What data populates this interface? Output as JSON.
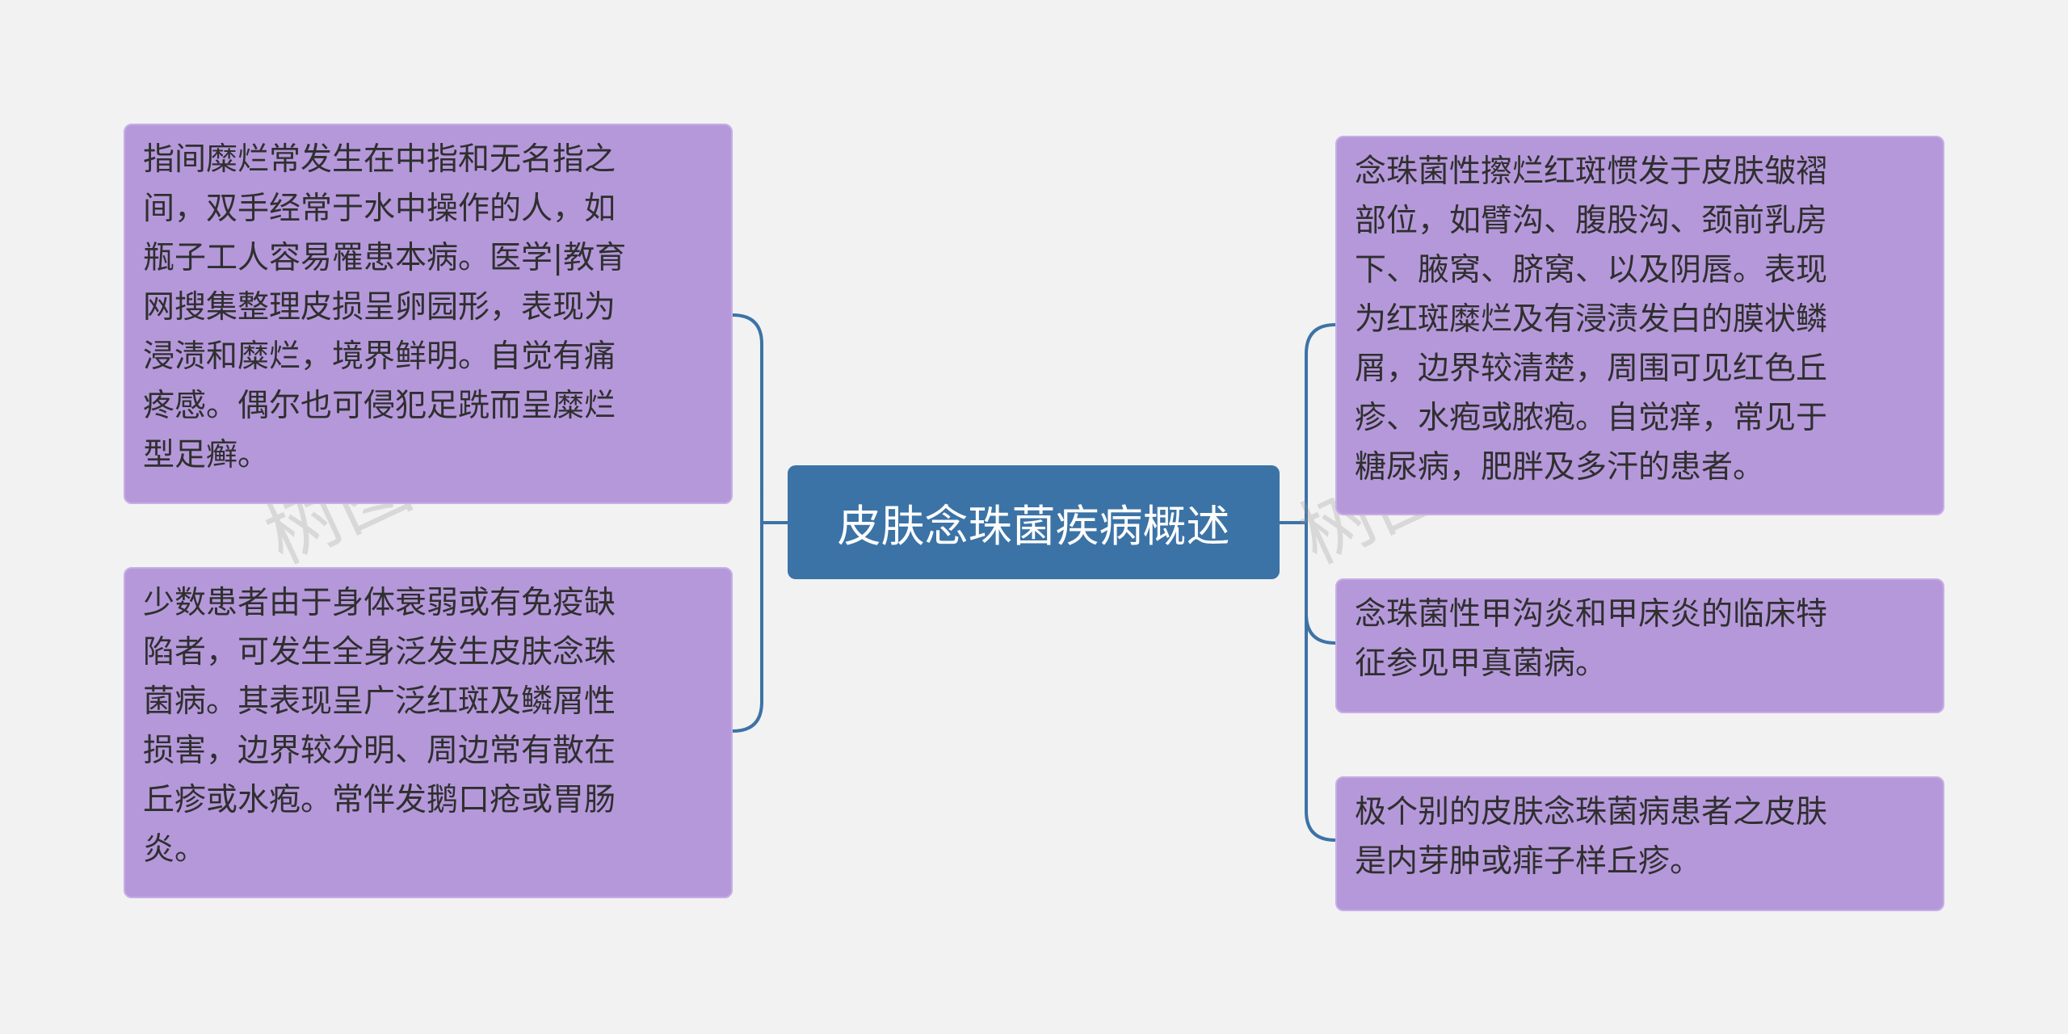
{
  "center": {
    "label": "皮肤念珠菌疾病概述"
  },
  "watermark": {
    "text": "树图 shutu.cn"
  },
  "nodes": {
    "left1": {
      "lines": [
        "指间糜烂常发生在中指和无名指之",
        "间，双手经常于水中操作的人，如",
        "瓶子工人容易罹患本病。医学|教育",
        "网搜集整理皮损呈卵园形，表现为",
        "浸渍和糜烂，境界鲜明。自觉有痛",
        "疼感。偶尔也可侵犯足跣而呈糜烂",
        "型足癣。"
      ]
    },
    "left2": {
      "lines": [
        "少数患者由于身体衰弱或有免疫缺",
        "陷者，可发生全身泛发生皮肤念珠",
        "菌病。其表现呈广泛红斑及鳞屑性",
        "损害，边界较分明、周边常有散在",
        "丘疹或水疱。常伴发鹅口疮或胃肠",
        "炎。"
      ]
    },
    "right1": {
      "lines": [
        "念珠菌性擦烂红斑惯发于皮肤皱褶",
        "部位，如臂沟、腹股沟、颈前乳房",
        "下、腋窝、脐窝、以及阴唇。表现",
        "为红斑糜烂及有浸渍发白的膜状鳞",
        "屑，边界较清楚，周围可见红色丘",
        "疹、水疱或脓疱。自觉痒，常见于",
        "糖尿病，肥胖及多汗的患者。"
      ]
    },
    "right2": {
      "lines": [
        "念珠菌性甲沟炎和甲床炎的临床特",
        "征参见甲真菌病。"
      ]
    },
    "right3": {
      "lines": [
        "极个别的皮肤念珠菌病患者之皮肤",
        "是内芽肿或痱子样丘疹。"
      ]
    }
  },
  "colors": {
    "node_fill": "#b598da",
    "center_fill": "#3c73a6",
    "connector": "#3c73a6",
    "background": "#f2f2f2"
  }
}
